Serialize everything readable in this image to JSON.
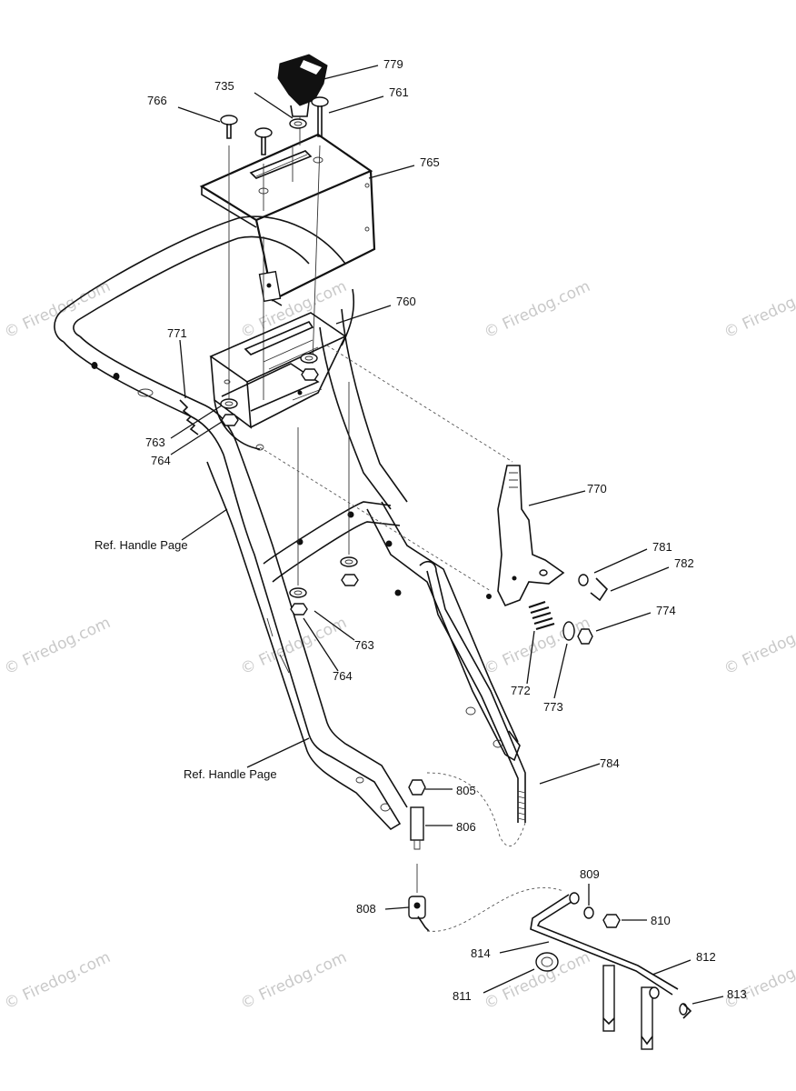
{
  "watermark": "© Firedog.com",
  "ref_labels": {
    "upper": "Ref. Handle Page",
    "lower": "Ref. Handle Page"
  },
  "parts": {
    "p779": "779",
    "p735": "735",
    "p761": "761",
    "p766": "766",
    "p765": "765",
    "p760": "760",
    "p771": "771",
    "p763a": "763",
    "p764a": "764",
    "p770": "770",
    "p781": "781",
    "p782": "782",
    "p774": "774",
    "p772": "772",
    "p773": "773",
    "p763b": "763",
    "p764b": "764",
    "p784": "784",
    "p805": "805",
    "p806": "806",
    "p808": "808",
    "p809": "809",
    "p810": "810",
    "p814": "814",
    "p812": "812",
    "p811": "811",
    "p813": "813"
  }
}
